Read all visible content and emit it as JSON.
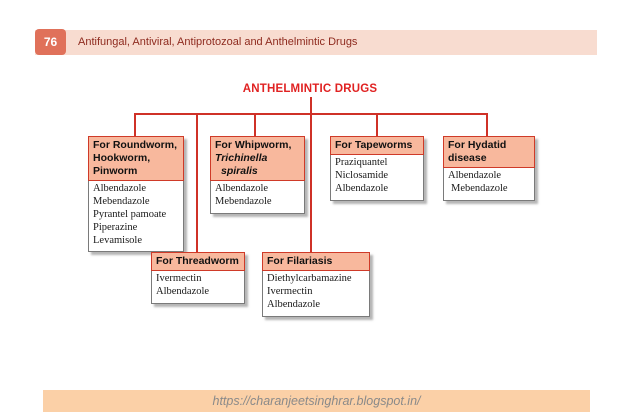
{
  "page": {
    "number": "76",
    "chapter_title": "Antifungal, Antiviral, Antiprotozoal and Anthelmintic Drugs",
    "footer_url": "https://charanjeetsinghrar.blogspot.in/"
  },
  "diagram": {
    "title": "ANTHELMINTIC DRUGS",
    "boxes": [
      {
        "id": "roundworm-hookworm-pinworm",
        "header_lines": [
          "For Roundworm,",
          "Hookworm,",
          "Pinworm"
        ],
        "drugs": [
          "Albendazole",
          "Mebendazole",
          "Pyrantel pamoate",
          "Piperazine",
          "Levamisole"
        ]
      },
      {
        "id": "whipworm-trichinella-spiralis",
        "header_lines": [
          "For Whipworm,",
          "Trichinella",
          "spiralis"
        ],
        "drugs": [
          "Albendazole",
          "Mebendazole"
        ]
      },
      {
        "id": "tapeworms",
        "header_lines": [
          "For Tapeworms"
        ],
        "drugs": [
          "Praziquantel",
          "Niclosamide",
          "Albendazole"
        ]
      },
      {
        "id": "hydatid-disease",
        "header_lines": [
          "For Hydatid",
          "disease"
        ],
        "drugs": [
          "Albendazole",
          "Mebendazole"
        ]
      },
      {
        "id": "threadworm",
        "header_lines": [
          "For Threadworm"
        ],
        "drugs": [
          "Ivermectin",
          "Albendazole"
        ]
      },
      {
        "id": "filariasis",
        "header_lines": [
          "For Filariasis"
        ],
        "drugs": [
          "Diethylcarbamazine",
          "Ivermectin",
          "Albendazole"
        ]
      }
    ]
  },
  "colors": {
    "accent_red": "#cf3127",
    "box_header_fill": "#f8b89d",
    "box_header_border": "#cf3a28",
    "chapter_bar_fill": "#f8dcd0",
    "badge_fill": "#e0715a",
    "footer_bar_fill": "#fbd0a7",
    "diagram_title_red": "#e02222",
    "chapter_title_maroon": "#8e2a1e"
  }
}
